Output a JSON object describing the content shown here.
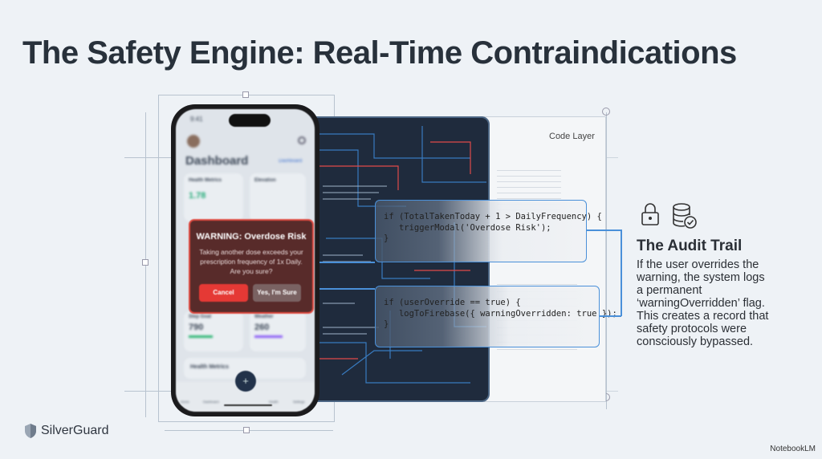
{
  "title": "The Safety Engine: Real-Time Contraindications",
  "phone": {
    "status_time": "9:41",
    "screen_title": "Dashboard",
    "screen_chip": "Dashboard",
    "cards": [
      {
        "title": "Health Metrics",
        "value": "1.78"
      },
      {
        "title": "Elevation",
        "value": ""
      },
      {
        "title": "Step Goal",
        "value": "790"
      },
      {
        "title": "Weather",
        "value": "260"
      }
    ],
    "section_title": "Health Metrics",
    "nav": [
      "Home",
      "Dashboard",
      "",
      "Health",
      "Settings"
    ],
    "fab_label": "+",
    "modal": {
      "title": "WARNING: Overdose Risk",
      "body": "Taking another dose exceeds your prescription frequency of 1x Daily. Are you sure?",
      "cancel_label": "Cancel",
      "confirm_label": "Yes, I'm Sure"
    }
  },
  "code_layer_label": "Code Layer",
  "code_blocks": [
    {
      "lines": [
        "if (TotalTakenToday + 1 > DailyFrequency) {",
        "   triggerModal('Overdose Risk');",
        "}"
      ]
    },
    {
      "lines": [
        "if (userOverride == true) {",
        "   logToFirebase({ warningOverridden: true });",
        "}"
      ]
    }
  ],
  "audit": {
    "icons": [
      "lock-icon",
      "database-check-icon"
    ],
    "heading": "The Audit Trail",
    "body": "If the user overrides the warning, the system logs a permanent ‘warningOverridden’ flag. This creates a record that safety protocols were consciously bypassed."
  },
  "brand": "SilverGuard",
  "watermark": "NotebookLM",
  "colors": {
    "accent": "#4a90d9",
    "danger": "#e53935",
    "modal": "#582b2a"
  }
}
